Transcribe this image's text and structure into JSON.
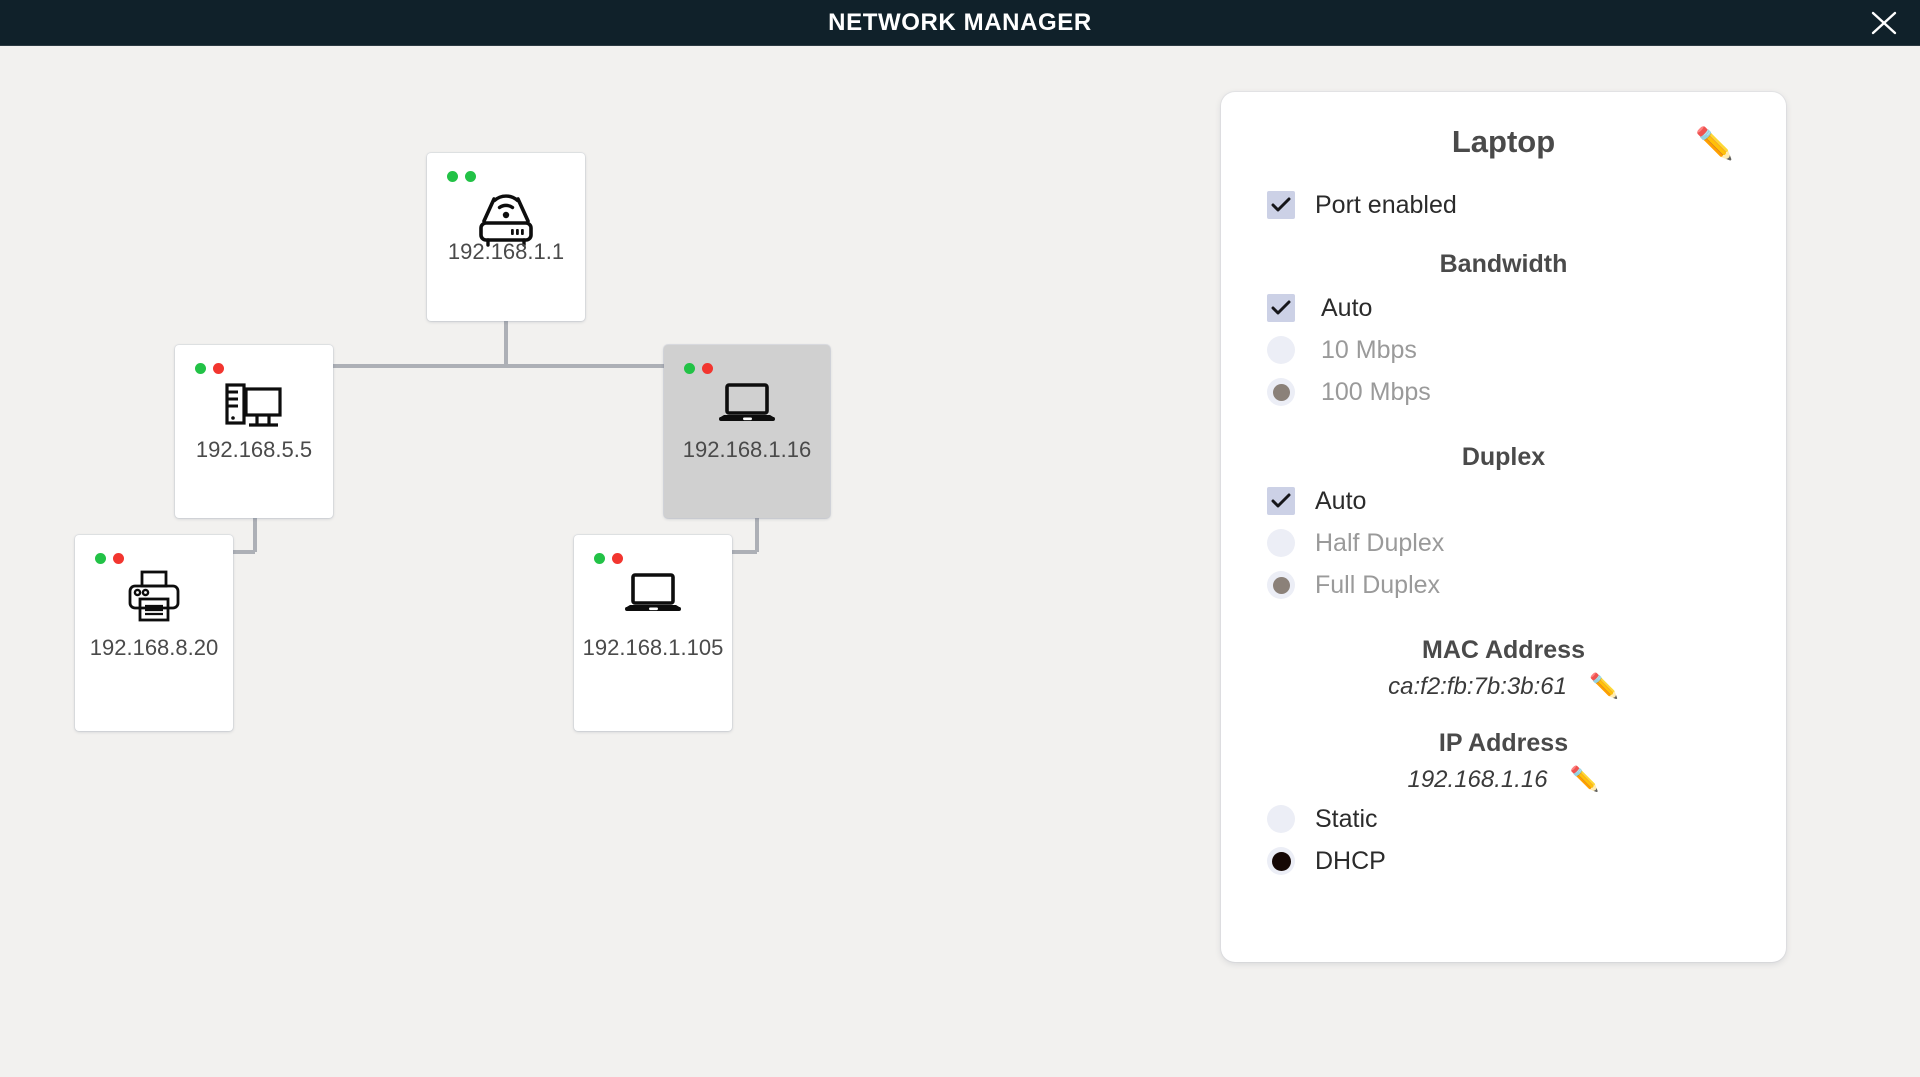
{
  "window": {
    "title": "NETWORK MANAGER",
    "close_icon": "close-icon",
    "titlebar_color": "#10212a",
    "background_color": "#f2f1ef"
  },
  "topology": {
    "nodes": [
      {
        "id": "router",
        "ip": "192.168.1.1",
        "device_type": "router",
        "icon": "router-icon",
        "leds": [
          "green",
          "green"
        ],
        "selected": false
      },
      {
        "id": "desktop",
        "ip": "192.168.5.5",
        "device_type": "desktop",
        "icon": "desktop-computer-icon",
        "leds": [
          "green",
          "red"
        ],
        "selected": false
      },
      {
        "id": "laptop-16",
        "ip": "192.168.1.16",
        "device_type": "laptop",
        "icon": "laptop-icon",
        "leds": [
          "green",
          "red"
        ],
        "selected": true
      },
      {
        "id": "printer",
        "ip": "192.168.8.20",
        "device_type": "printer",
        "icon": "printer-icon",
        "leds": [
          "green",
          "red"
        ],
        "selected": false
      },
      {
        "id": "laptop-105",
        "ip": "192.168.1.105",
        "device_type": "laptop",
        "icon": "laptop-icon",
        "leds": [
          "green",
          "red"
        ],
        "selected": false
      }
    ],
    "link_color": "#adb0b6"
  },
  "panel": {
    "title": "Laptop",
    "edit_icon": "pencil-icon",
    "port_enabled": {
      "label": "Port enabled",
      "checked": true
    },
    "bandwidth": {
      "heading": "Bandwidth",
      "auto": {
        "label": "Auto",
        "checked": true
      },
      "options": [
        {
          "label": "10 Mbps",
          "selected": false,
          "disabled": true
        },
        {
          "label": "100 Mbps",
          "selected": true,
          "disabled": true
        }
      ]
    },
    "duplex": {
      "heading": "Duplex",
      "auto": {
        "label": "Auto",
        "checked": true
      },
      "options": [
        {
          "label": "Half Duplex",
          "selected": false,
          "disabled": true
        },
        {
          "label": "Full Duplex",
          "selected": true,
          "disabled": true
        }
      ]
    },
    "mac_address": {
      "heading": "MAC Address",
      "value": "ca:f2:fb:7b:3b:61",
      "edit_icon": "pencil-icon"
    },
    "ip_address": {
      "heading": "IP Address",
      "value": "192.168.1.16",
      "edit_icon": "pencil-icon"
    },
    "addressing": [
      {
        "label": "Static",
        "selected": false
      },
      {
        "label": "DHCP",
        "selected": true
      }
    ]
  },
  "colors": {
    "led_green": "#22c246",
    "led_red": "#f2352f",
    "checkbox_fill": "#ccd1e6",
    "radio_fill": "#eceef6",
    "radio_dot_muted": "#8b8179",
    "radio_dot_active": "#150805",
    "selected_node": "#d0d0d0"
  }
}
